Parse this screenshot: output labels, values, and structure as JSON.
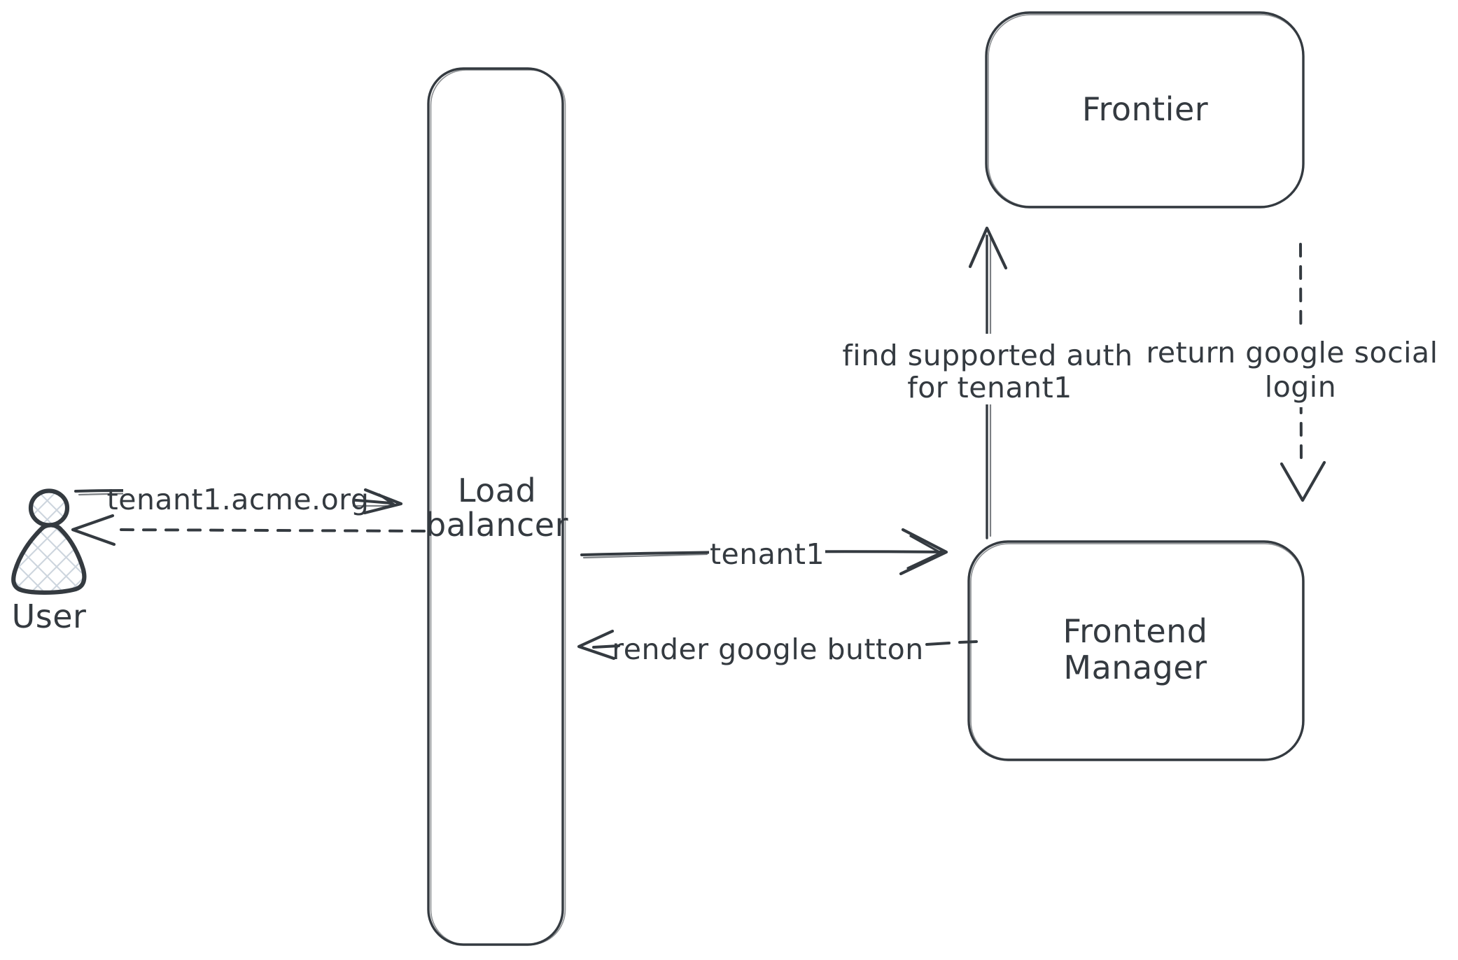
{
  "colors": {
    "background": "#ffffff",
    "stroke": "#343a40",
    "hatch": "#cdd5de"
  },
  "actor": {
    "label": "User"
  },
  "nodes": {
    "load_balancer": {
      "line1": "Load",
      "line2": "balancer"
    },
    "frontier": {
      "label": "Frontier"
    },
    "frontend_manager": {
      "line1": "Frontend",
      "line2": "Manager"
    }
  },
  "edges": {
    "user_to_load_balancer": {
      "label": "tenant1.acme.org"
    },
    "load_balancer_to_frontend_manager": {
      "label": "tenant1"
    },
    "frontend_manager_to_load_balancer": {
      "label": "render google button"
    },
    "frontend_manager_to_frontier": {
      "line1": "find supported auth",
      "line2": "for tenant1"
    },
    "frontier_to_frontend_manager": {
      "line1": "return google social",
      "line2": "login"
    }
  }
}
